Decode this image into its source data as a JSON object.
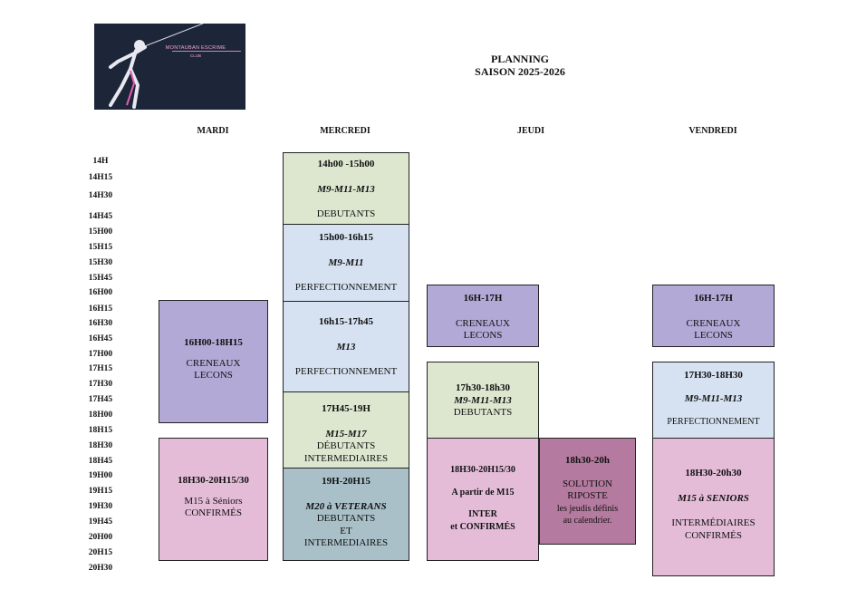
{
  "logo": {
    "text": "MONTAUBAN ESCRIME",
    "sub": "CLUB"
  },
  "title": {
    "line1": "PLANNING",
    "line2": "SAISON 2025-2026"
  },
  "days": [
    "MARDI",
    "MERCREDI",
    "JEUDI",
    "VENDREDI"
  ],
  "times": [
    "14H",
    "14H15",
    "14H30",
    "14H45",
    "15H00",
    "15H15",
    "15H30",
    "15H45",
    "16H00",
    "16H15",
    "16H30",
    "16H45",
    "17H00",
    "17H15",
    "17H30",
    "17H45",
    "18H00",
    "18H15",
    "18H30",
    "18H45",
    "19H00",
    "19H15",
    "19H30",
    "19H45",
    "20H00",
    "20H15",
    "20H30"
  ],
  "colors": {
    "green": "#dde7d0",
    "blue": "#d6e2f1",
    "purple": "#b2a9d6",
    "pink": "#e4bcd8",
    "teal": "#a9c0c8",
    "mauve": "#b57a9f"
  },
  "mardi": {
    "b1": {
      "time": "16H00-18H15",
      "l1": "CRENEAUX",
      "l2": "LECONS"
    },
    "b2": {
      "time": "18H30-20H15/30",
      "l1": "M15 à Séniors",
      "l2": "CONFIRMÉS"
    }
  },
  "mercredi": {
    "b1": {
      "time": "14h00 -15h00",
      "cat": "M9-M11-M13",
      "level": "DEBUTANTS"
    },
    "b2": {
      "time": "15h00-16h15",
      "cat": "M9-M11",
      "level": "PERFECTIONNEMENT"
    },
    "b3": {
      "time": "16h15-17h45",
      "cat": "M13",
      "level": "PERFECTIONNEMENT"
    },
    "b4": {
      "time": "17H45-19H",
      "cat": "M15-M17",
      "l1": "DÉBUTANTS",
      "l2": "INTERMEDIAIRES"
    },
    "b5": {
      "time": "19H-20H15",
      "cat": "M20 à VETERANS",
      "l1": "DEBUTANTS",
      "l2": "ET",
      "l3": "INTERMEDIAIRES"
    }
  },
  "jeudi": {
    "b1": {
      "time": "16H-17H",
      "l1": "CRENEAUX",
      "l2": "LECONS"
    },
    "b2": {
      "time": "17h30-18h30",
      "cat": "M9-M11-M13",
      "level": "DEBUTANTS"
    },
    "b3": {
      "time": "18H30-20H15/30",
      "l1": "A partir de M15",
      "l2": "INTER",
      "l3": "et CONFIRMÉS"
    },
    "b4": {
      "time": "18h30-20h",
      "l1": "SOLUTION",
      "l2": "RIPOSTE",
      "l3": "les jeudis définis",
      "l4": "au calendrier."
    }
  },
  "vendredi": {
    "b1": {
      "time": "16H-17H",
      "l1": "CRENEAUX",
      "l2": "LECONS"
    },
    "b2": {
      "time": "17H30-18H30",
      "cat": "M9-M11-M13",
      "level": "PERFECTIONNEMENT"
    },
    "b3": {
      "time": "18H30-20h30",
      "cat": "M15 à SENIORS",
      "l1": "INTERMÉDIAIRES",
      "l2": "CONFIRMÉS"
    }
  }
}
